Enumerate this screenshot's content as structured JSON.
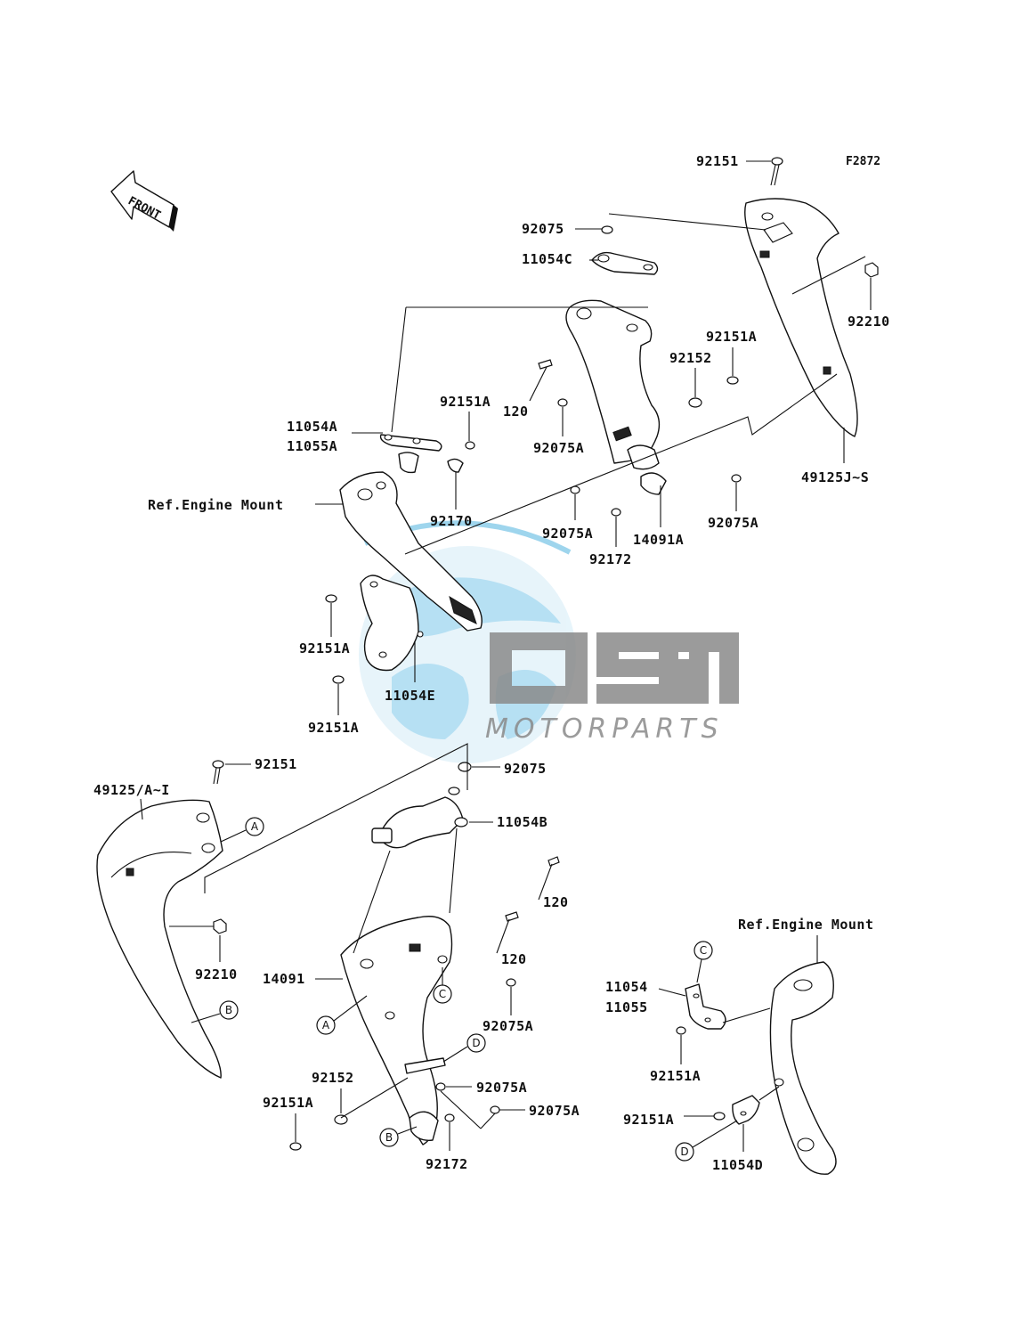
{
  "figure_code": "F2872",
  "front_arrow_label": "FRONT",
  "watermark": {
    "brand": "OEM",
    "sub": "MOTORPARTS",
    "colors": {
      "globe": "#4fb3e0",
      "text": "#8a8a8a"
    }
  },
  "labels": {
    "l92151_top": "92151",
    "l92075_top": "92075",
    "l11054C": "11054C",
    "l92210_right": "92210",
    "l92151A_r1": "92151A",
    "l92152_upper": "92152",
    "l120_upper": "120",
    "l92151A_u2": "92151A",
    "l11054A": "11054A",
    "l11055A": "11055A",
    "l92075A_u1": "92075A",
    "l49125JS": "49125J~S",
    "l_ref_engine_mount_1": "Ref.Engine Mount",
    "l92170": "92170",
    "l92075A_u2": "92075A",
    "l14091A": "14091A",
    "l92075A_u3": "92075A",
    "l92172_upper": "92172",
    "l92151A_l1": "92151A",
    "l11054E": "11054E",
    "l92151A_l2": "92151A",
    "l92151_lower": "92151",
    "l92075_lower": "92075",
    "l49125AI": "49125/A~I",
    "l11054B": "11054B",
    "l120_a": "120",
    "l120_b": "120",
    "l92210_left": "92210",
    "l14091": "14091",
    "l92075A_l1": "92075A",
    "l_ref_engine_mount_2": "Ref.Engine Mount",
    "l11054": "11054",
    "l11055": "11055",
    "l92151A_l3": "92151A",
    "l92152_lower": "92152",
    "l92151A_l4": "92151A",
    "l92075A_l2": "92075A",
    "l92075A_l3": "92075A",
    "l92172_lower": "92172",
    "l92151A_l5": "92151A",
    "l11054D": "11054D"
  },
  "callouts": {
    "A1": "A",
    "B1": "B",
    "A2": "A",
    "C1": "C",
    "D1": "D",
    "B2": "B",
    "C2": "C",
    "D2": "D"
  }
}
